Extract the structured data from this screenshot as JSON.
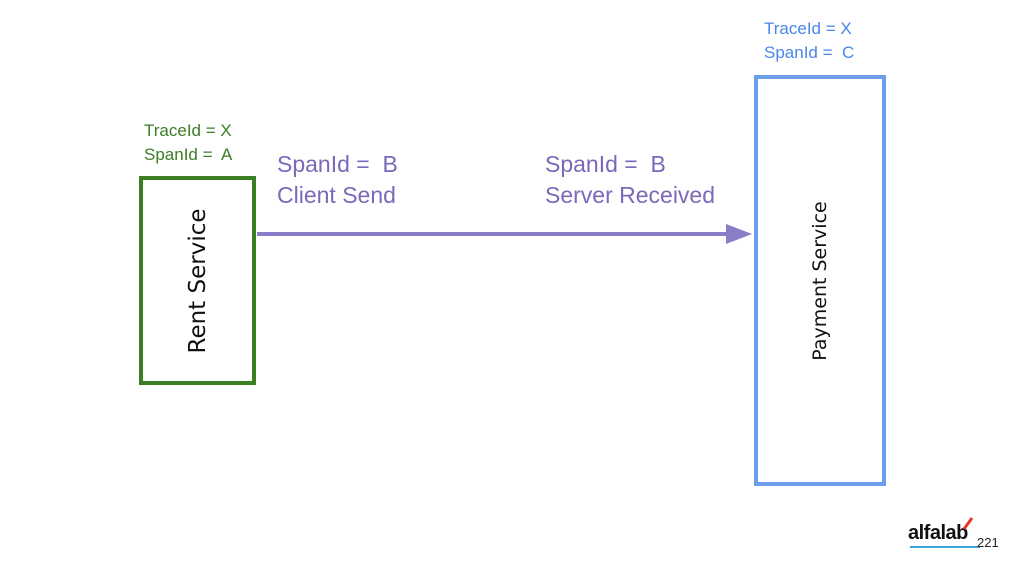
{
  "rent_service": {
    "trace_label": "TraceId = X",
    "span_label": "SpanId =  A",
    "title": "Rent Service"
  },
  "payment_service": {
    "trace_label": "TraceId = X",
    "span_label": "SpanId =  C",
    "title": "Payment Service"
  },
  "client_annotation": {
    "span_label": "SpanId =  B",
    "event_label": "Client Send"
  },
  "server_annotation": {
    "span_label": "SpanId =  B",
    "event_label": "Server Received"
  },
  "footer": {
    "logo": "alfalab",
    "page_number": "221"
  },
  "colors": {
    "rent": "#3b7d23",
    "payment": "#6d9eeb",
    "arrow": "#8a7cc7"
  }
}
